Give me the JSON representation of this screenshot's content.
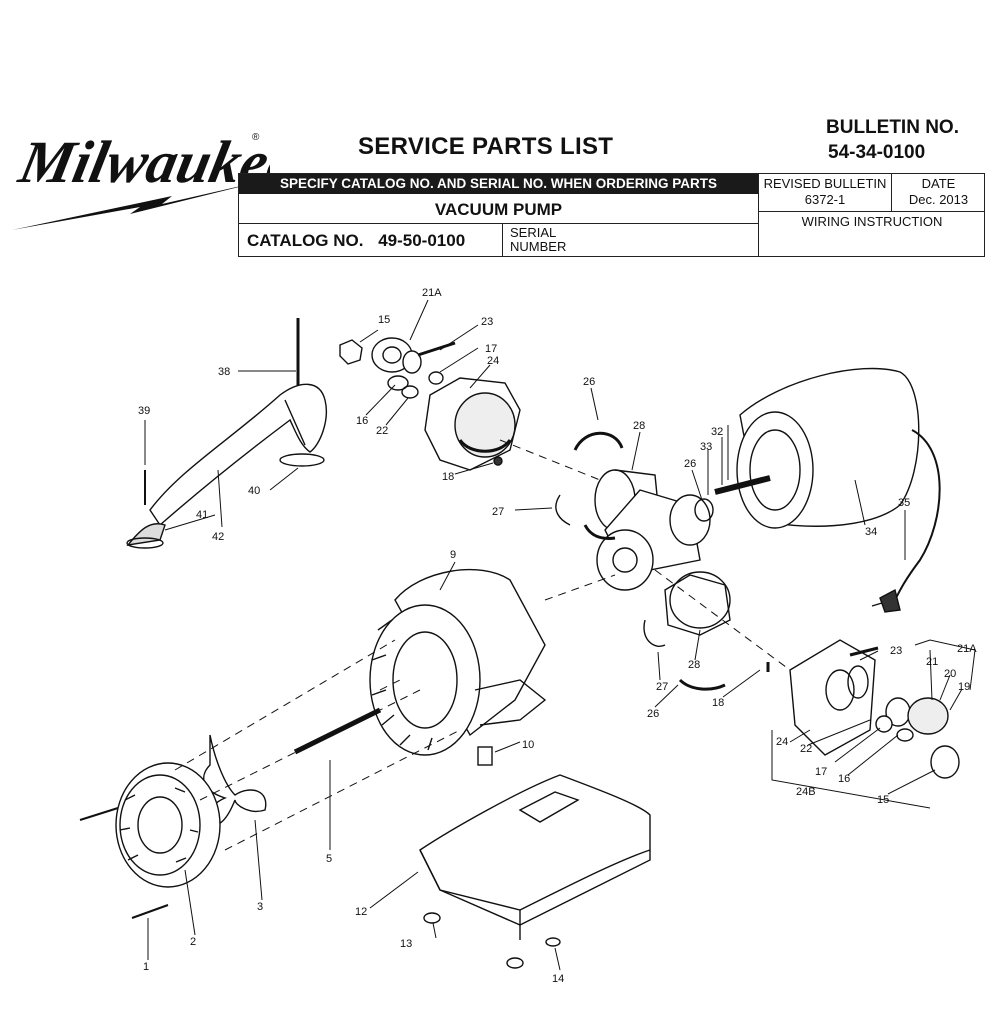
{
  "brand": "Milwaukee",
  "title": "SERVICE PARTS LIST",
  "bulletin": {
    "label": "BULLETIN NO.",
    "number": "54-34-0100"
  },
  "header": {
    "order_note": "SPECIFY CATALOG NO. AND SERIAL NO. WHEN ORDERING PARTS",
    "product": "VACUUM PUMP",
    "catalog_label": "CATALOG NO.",
    "catalog_number": "49-50-0100",
    "serial_line1": "SERIAL",
    "serial_line2": "NUMBER",
    "revised_label": "REVISED BULLETIN",
    "revised_value": "6372-1",
    "date_label": "DATE",
    "date_value": "Dec. 2013",
    "wiring": "WIRING INSTRUCTION"
  },
  "callouts": {
    "c1": "1",
    "c2": "2",
    "c3": "3",
    "c5": "5",
    "c9": "9",
    "c10": "10",
    "c12": "12",
    "c13": "13",
    "c14": "14",
    "c15": "15",
    "c15b": "15",
    "c16": "16",
    "c16b": "16",
    "c17": "17",
    "c17b": "17",
    "c18": "18",
    "c18b": "18",
    "c19": "19",
    "c20": "20",
    "c21": "21",
    "c21a": "21A",
    "c21ab": "21A",
    "c22": "22",
    "c22b": "22",
    "c23": "23",
    "c23b": "23",
    "c24": "24",
    "c24b": "24",
    "c24bb": "24B",
    "c26": "26",
    "c26b": "26",
    "c26c": "26",
    "c27": "27",
    "c27b": "27",
    "c28": "28",
    "c28b": "28",
    "c32": "32",
    "c33": "33",
    "c34": "34",
    "c35": "35",
    "c38": "38",
    "c39": "39",
    "c40": "40",
    "c41": "41",
    "c42": "42"
  }
}
